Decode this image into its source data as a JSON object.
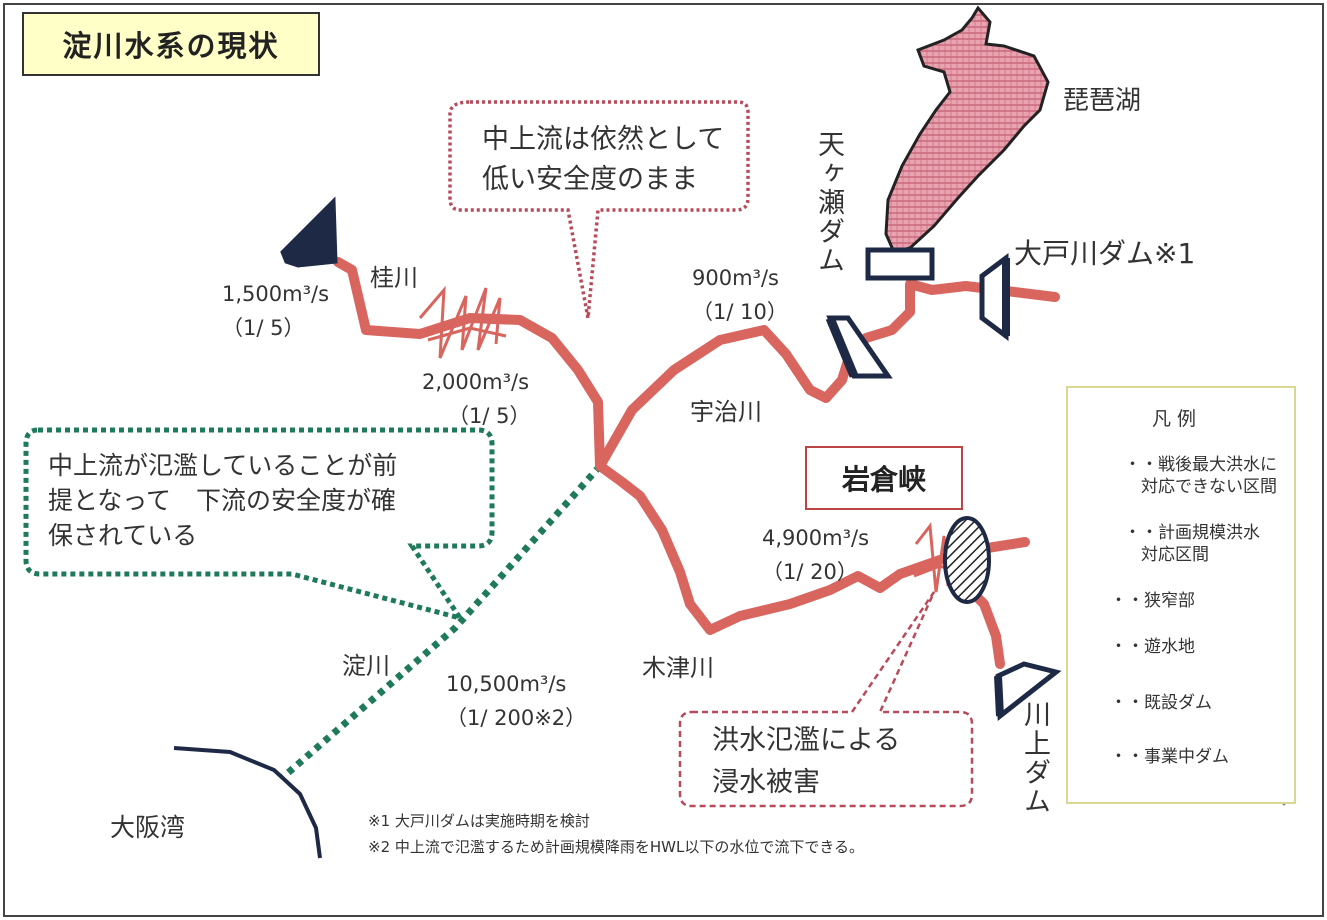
{
  "title": "淀川水系の現状",
  "places": {
    "biwako": "琵琶湖",
    "osaka_bay": "大阪湾",
    "iwakura": "岩倉峡"
  },
  "dams": {
    "amagase": "天ヶ瀬ダム",
    "otogawa": "大戸川ダム※1",
    "kawakami": "川上ダム"
  },
  "rivers": {
    "katsura": "桂川",
    "uji": "宇治川",
    "kizu": "木津川",
    "yodo": "淀川"
  },
  "flows": {
    "katsura_upper": {
      "q": "1,500m³/s",
      "p": "（1/ 5）"
    },
    "katsura_mid": {
      "q": "2,000m³/s",
      "p": "（1/ 5）"
    },
    "uji": {
      "q": "900m³/s",
      "p": "（1/ 10）"
    },
    "kizu": {
      "q": "4,900m³/s",
      "p": "（1/ 20）"
    },
    "yodo": {
      "q": "10,500m³/s",
      "p": "（1/ 200※2）"
    }
  },
  "callouts": {
    "pink_top": [
      "中上流は依然として",
      "低い安全度のまま"
    ],
    "green": [
      "中上流が氾濫していることが前",
      "提となって　下流の安全度が確",
      "保されている"
    ],
    "pink_bottom": [
      "洪水氾濫による",
      "浸水被害"
    ]
  },
  "legend": {
    "title": "凡 例",
    "items": [
      {
        "icon": "red-thick-line-icon",
        "label": "・・戦後最大洪水に\n　対応できない区間"
      },
      {
        "icon": "green-dotted-line-icon",
        "label": "・・計画規模洪水\n　対応区間"
      },
      {
        "icon": "narrow-section-icon",
        "label": "・・狭窄部"
      },
      {
        "icon": "retarding-basin-icon",
        "label": "・・遊水地"
      },
      {
        "icon": "existing-dam-icon",
        "label": "・・既設ダム"
      },
      {
        "icon": "dam-under-construction-icon",
        "label": "・・事業中ダム"
      }
    ]
  },
  "footnotes": [
    "※1  大戸川ダムは実施時期を検討",
    "※2  中上流で氾濫するため計画規模降雨をHWL以下の水位で流下できる。"
  ],
  "colors": {
    "river_red": "#d9655f",
    "plan_green": "#1f7a5c",
    "dam_navy": "#1e2a45",
    "lake_pink": "#d97a8a",
    "callout_pink": "#b94a5a",
    "title_bg": "#ffffc8"
  }
}
